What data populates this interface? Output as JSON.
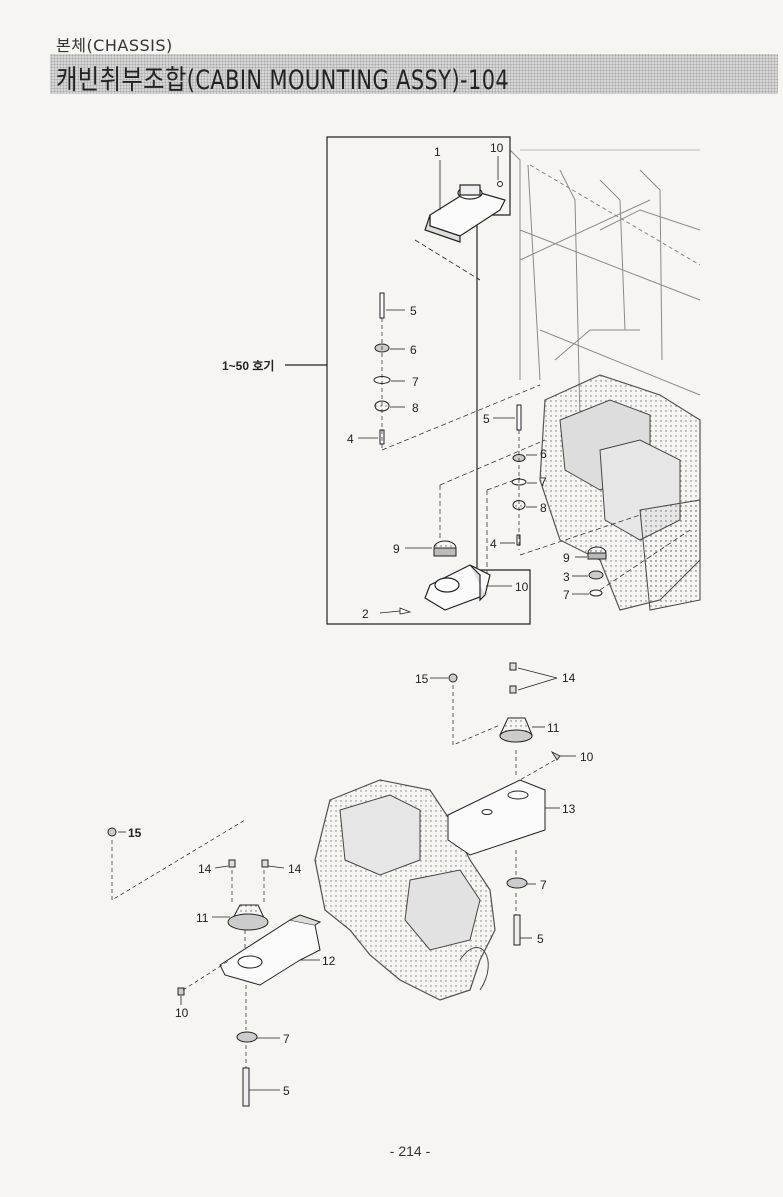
{
  "header": {
    "section": "본체(CHASSIS)",
    "title": "캐빈취부조합(CABIN MOUNTING ASSY)-104"
  },
  "diagram": {
    "range_label": "1~50 호기",
    "upper_callouts": [
      "1",
      "10",
      "5",
      "6",
      "7",
      "8",
      "4",
      "5",
      "6",
      "7",
      "8",
      "4",
      "9",
      "9",
      "3",
      "7",
      "2",
      "10"
    ],
    "lower_callouts": [
      "15",
      "14",
      "11",
      "10",
      "13",
      "7",
      "5",
      "15",
      "14",
      "14",
      "11",
      "12",
      "10",
      "7",
      "5"
    ]
  },
  "footer": {
    "page": "- 214 -"
  }
}
